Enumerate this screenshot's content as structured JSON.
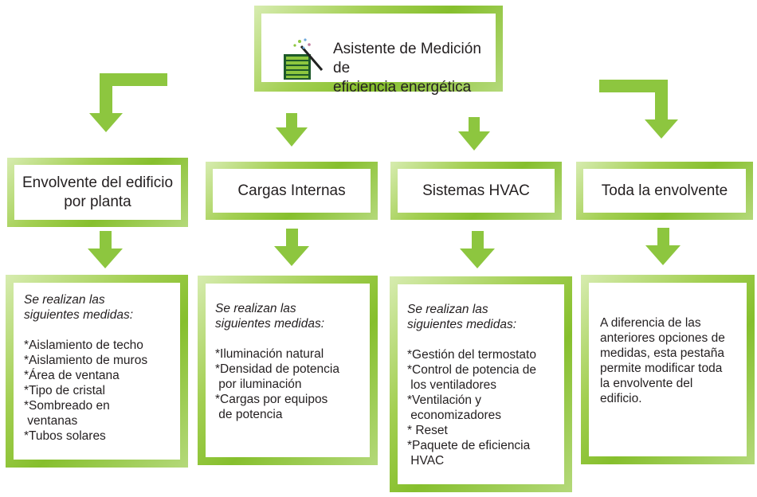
{
  "diagram": {
    "title_line1": "Asistente de Medición de",
    "title_line2": "eficiencia energética",
    "title_icon": "building-wand-icon",
    "arrow_icon": "down-arrow-icon",
    "colors": {
      "accent": "#8dc63f",
      "accent_light": "#c8e39a",
      "text": "#231f20"
    },
    "columns": [
      {
        "header_line1": "Envolvente del edificio",
        "header_line2": "por planta",
        "intro_line1": "Se realizan las",
        "intro_line2": "siguientes medidas:",
        "items": [
          "*Aislamiento de techo",
          "*Aislamiento de muros",
          "*Área de ventana",
          "*Tipo de cristal",
          "*Sombreado en",
          " ventanas",
          "*Tubos solares"
        ]
      },
      {
        "header": "Cargas Internas",
        "intro_line1": "Se realizan las",
        "intro_line2": "siguientes medidas:",
        "items": [
          "*Iluminación natural",
          "*Densidad de potencia",
          " por iluminación",
          "*Cargas por equipos",
          " de potencia"
        ]
      },
      {
        "header": "Sistemas HVAC",
        "intro_line1": "Se realizan las",
        "intro_line2": "siguientes medidas:",
        "items": [
          "*Gestión del termostato",
          "*Control de potencia de",
          " los ventiladores",
          "*Ventilación y",
          " economizadores",
          "* Reset",
          "*Paquete de eficiencia",
          " HVAC"
        ]
      },
      {
        "header": "Toda la envolvente",
        "paragraph": [
          "A diferencia de las",
          "anteriores opciones de",
          "medidas, esta pestaña",
          "permite modificar toda",
          "la envolvente del",
          "edificio."
        ]
      }
    ]
  }
}
